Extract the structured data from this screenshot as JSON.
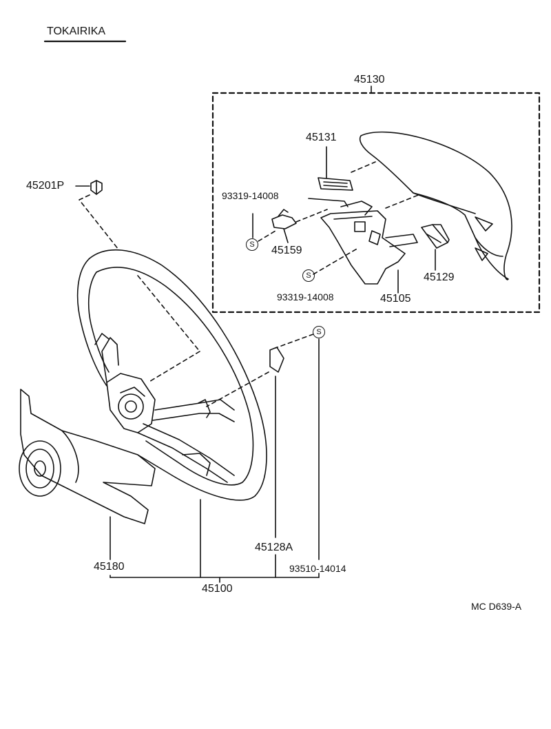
{
  "header": {
    "brand": "TOKAIRIKA"
  },
  "parts": {
    "p45130": "45130",
    "p45131": "45131",
    "p45201P": "45201P",
    "p93319_top": "93319-14008",
    "p45159": "45159",
    "p93319_bottom": "93319-14008",
    "p45105": "45105",
    "p45129": "45129",
    "p45128A": "45128A",
    "p93510": "93510-14014",
    "p45180": "45180",
    "p45100": "45100"
  },
  "symbols": {
    "screw_marker": "S"
  },
  "footer": {
    "code": "MC  D639-A"
  },
  "colors": {
    "ink": "#111111",
    "background": "#ffffff"
  }
}
